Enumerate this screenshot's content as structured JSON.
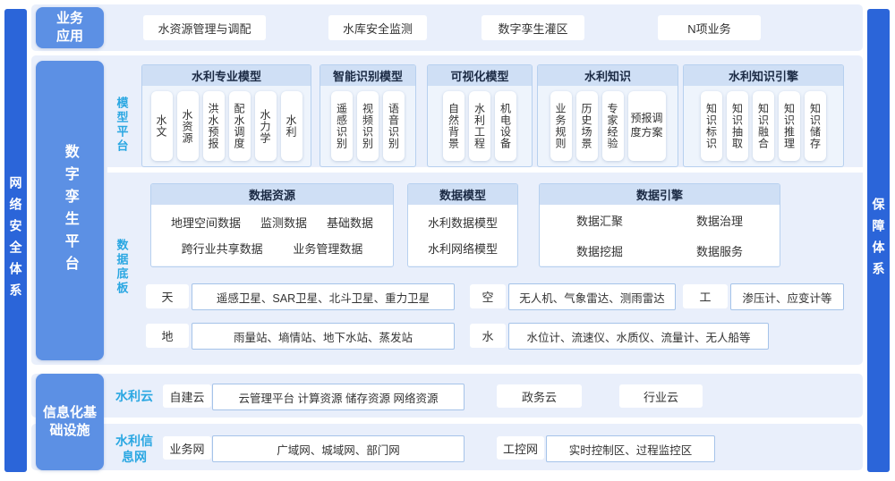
{
  "palette": {
    "side_bar_blue": "#2b65d9",
    "section_tag_blue": "#5c90e4",
    "strip_background": "#e9effb",
    "group_header_blue": "#cfdff5",
    "accent_cyan": "#2aa7e2",
    "box_border_blue": "#a5c3e9"
  },
  "left_bar": {
    "label": "网络安全体系"
  },
  "right_bar": {
    "label": "保障体系"
  },
  "business": {
    "label": "业务应用",
    "items": [
      "水资源管理与调配",
      "水库安全监测",
      "数字孪生灌区",
      "N项业务"
    ]
  },
  "platform": {
    "label": "数字孪生平台",
    "model": {
      "label": "模型平台",
      "groups": [
        {
          "title": "水利专业模型",
          "cards": [
            "水文",
            "水资源",
            "洪水预报",
            "配水调度",
            "水力学",
            "水利"
          ]
        },
        {
          "title": "智能识别模型",
          "cards": [
            "遥感识别",
            "视频识别",
            "语音识别"
          ]
        },
        {
          "title": "可视化模型",
          "cards": [
            "自然背景",
            "水利工程",
            "机电设备"
          ]
        },
        {
          "title": "水利知识",
          "cards": [
            "业务规则",
            "历史场景",
            "专家经验",
            "预报调度方案"
          ]
        },
        {
          "title": "水利知识引擎",
          "cards": [
            "知识标识",
            "知识抽取",
            "知识融合",
            "知识推理",
            "知识储存"
          ]
        }
      ]
    },
    "data": {
      "label": "数据底板",
      "resource": {
        "title": "数据资源",
        "row1": [
          "地理空间数据",
          "监测数据",
          "基础数据"
        ],
        "row2": [
          "跨行业共享数据",
          "业务管理数据"
        ]
      },
      "model": {
        "title": "数据模型",
        "items": [
          "水利数据模型",
          "水利网络模型"
        ]
      },
      "engine": {
        "title": "数据引擎",
        "items": [
          "数据汇聚",
          "数据治理",
          "数据挖掘",
          "数据服务"
        ]
      },
      "sensors": [
        {
          "tag": "天",
          "items": "遥感卫星、SAR卫星、北斗卫星、重力卫星"
        },
        {
          "tag": "空",
          "items": "无人机、气象雷达、测雨雷达"
        },
        {
          "tag": "工",
          "items": "渗压计、应变计等"
        },
        {
          "tag": "地",
          "items": "雨量站、墒情站、地下水站、蒸发站"
        },
        {
          "tag": "水",
          "items": "水位计、流速仪、水质仪、流量计、无人船等"
        }
      ]
    }
  },
  "infra": {
    "label": "信息化基础设施",
    "cloud": {
      "label": "水利云",
      "own_cloud": "自建云",
      "own_cloud_items": "云管理平台 计算资源 储存资源 网络资源",
      "gov_cloud": "政务云",
      "industry_cloud": "行业云"
    },
    "network": {
      "label": "水利信息网",
      "business_net": "业务网",
      "business_net_items": "广域网、城域网、部门网",
      "industrial_net": "工控网",
      "industrial_net_items": "实时控制区、过程监控区"
    }
  }
}
